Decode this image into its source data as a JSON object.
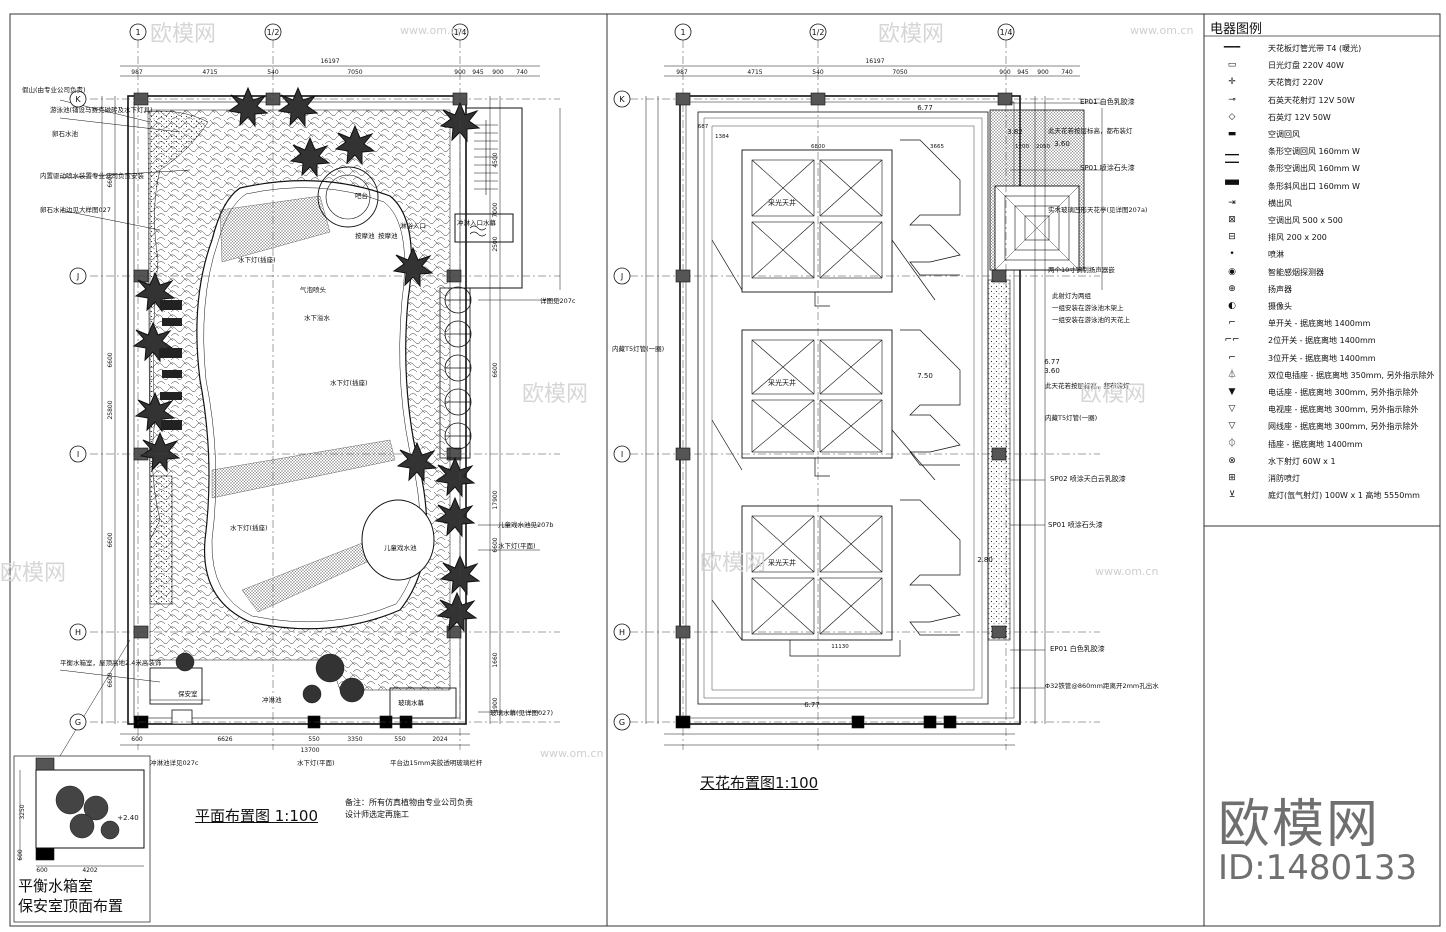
{
  "plan": {
    "title": "平面布置图 1:100",
    "note_lines": [
      "备注：所有仿真植物由专业公司负责",
      "设计师选定再施工"
    ],
    "axes_top": [
      "1",
      "1/2",
      "1/4"
    ],
    "axes_left": [
      "K",
      "J",
      "I",
      "H",
      "G"
    ],
    "dims_top": [
      "987",
      "4715",
      "540",
      "7050",
      "900",
      "945",
      "900",
      "740"
    ],
    "overall_top": "16197",
    "dims_bottom": [
      "600",
      "6626",
      "550",
      "3350",
      "550",
      "2024"
    ],
    "overall_bottom": "13700",
    "dims_left": [
      "6600",
      "6600",
      "25800",
      "6600",
      "6600"
    ],
    "dims_right": [
      "4500",
      "7000",
      "2500",
      "6600",
      "17900",
      "6600",
      "1660",
      "1900"
    ],
    "labels": [
      "假山(由专业公司负责)",
      "游泳池(铺设马赛克磁砖及水下灯具)",
      "卵石水池",
      "内置驱动喷水装置专业公司负责安装",
      "卵石水池边见大样图027",
      "吧台",
      "淋浴入口",
      "按摩池",
      "冲淋入口水幕",
      "按摩池",
      "水下灯(插座)",
      "气泡喷头",
      "水下溢水",
      "水下灯(插座)",
      "详图见207c",
      "儿童戏水池见207b",
      "水下灯(平面)",
      "水下灯(插座)",
      "儿童戏水池",
      "平衡水箱室，屋顶高地2.4米高装饰",
      "保安室",
      "冲淋池",
      "玻璃水幕",
      "玻璃水幕(见详图027)",
      "冲淋池详见027c",
      "水下灯(平面)",
      "平台边15mm夹胶透明玻璃栏杆"
    ]
  },
  "ceiling": {
    "title": "天花布置图1:100",
    "axes_top": [
      "1",
      "1/2",
      "1/4"
    ],
    "axes_left": [
      "K",
      "J",
      "I",
      "H",
      "G"
    ],
    "dims_top": [
      "987",
      "4715",
      "540",
      "7050",
      "900",
      "945",
      "900",
      "740"
    ],
    "overall_top": "16197",
    "skylight_label": "采光天井",
    "inner_dims": [
      "687",
      "1384",
      "6800",
      "3665",
      "1200",
      "2050",
      "11130"
    ],
    "levels": [
      "6.77",
      "7.50",
      "3.82",
      "3.60",
      "6.77",
      "3.60",
      "2.80",
      "6.77"
    ],
    "materials": [
      "EP01 白色乳胶漆",
      "SP01 喷涂石头漆",
      "SP02 喷涂天白云乳胶漆",
      "SP01 喷涂石头漆",
      "EP01 白色乳胶漆"
    ],
    "notes": [
      "此天花若按层标高，都布装灯",
      "实木玻璃凹形天花亭(见详图207a)",
      "两个10寸钢制扬声器嵌",
      "此射灯为两组",
      "一组安装在游泳池木架上",
      "一组安装在游泳池的天花上",
      "此天花若按层标高，都布装灯",
      "内藏T5灯管(一圈)",
      "内藏T5灯管(一圈)",
      "Φ32铁管@860mm距离开2mm孔出水"
    ]
  },
  "legend": {
    "title": "电器图例",
    "items": [
      {
        "sym": "━━━",
        "label": "天花板灯管光带 T4 (暖光)"
      },
      {
        "sym": "▭",
        "label": "日光灯盘  220V  40W"
      },
      {
        "sym": "✛",
        "label": "天花筒灯 220V"
      },
      {
        "sym": "⊸",
        "label": "石英天花射灯 12V 50W"
      },
      {
        "sym": "◇",
        "label": "石英灯 12V 50W"
      },
      {
        "sym": "▬",
        "label": "空调回风"
      },
      {
        "sym": "▁▁",
        "label": "条形空调回风 160mm W"
      },
      {
        "sym": "▔▔",
        "label": "条形空调出风 160mm W"
      },
      {
        "sym": "▀▀",
        "label": "条形斜风出口 160mm W"
      },
      {
        "sym": "⇥",
        "label": "横出风"
      },
      {
        "sym": "⊠",
        "label": "空调出风 500 x 500"
      },
      {
        "sym": "⊟",
        "label": "排风 200 x 200"
      },
      {
        "sym": "•",
        "label": "喷淋"
      },
      {
        "sym": "◉",
        "label": "智能感烟探测器"
      },
      {
        "sym": "⊕",
        "label": "扬声器"
      },
      {
        "sym": "◐",
        "label": "摄像头"
      },
      {
        "sym": "⌐",
        "label": "单开关 - 据底离地 1400mm"
      },
      {
        "sym": "⌐⌐",
        "label": "2位开关 - 据底离地 1400mm"
      },
      {
        "sym": "⌐",
        "label": "3位开关 - 据底离地 1400mm"
      },
      {
        "sym": "⏃",
        "label": "双位电插座 - 据底离地 350mm, 另外指示除外"
      },
      {
        "sym": "▼",
        "label": "电话座 - 据底离地 300mm, 另外指示除外"
      },
      {
        "sym": "▽",
        "label": "电视座 - 据底离地 300mm, 另外指示除外"
      },
      {
        "sym": "▽",
        "label": "网线座 - 据底离地 300mm, 另外指示除外"
      },
      {
        "sym": "⏀",
        "label": "插座 - 据底离地 1400mm"
      },
      {
        "sym": "⊗",
        "label": "水下射灯 60W x 1"
      },
      {
        "sym": "⊞",
        "label": "消防喷灯"
      },
      {
        "sym": "⊻",
        "label": "庭灯(氙气射灯) 100W x 1 高地 5550mm"
      }
    ]
  },
  "inset": {
    "title_line1": "平衡水箱室",
    "title_line2": "保安室顶面布置",
    "dims": [
      "3250",
      "600",
      "4202",
      "600"
    ],
    "level": "+2.40"
  },
  "watermark": {
    "brand": "欧模网",
    "id": "ID:1480133",
    "site": "www.om.cn"
  },
  "colors": {
    "line": "#111111",
    "watermark": "#6f6f6f",
    "faint": "#d6d6d6"
  }
}
